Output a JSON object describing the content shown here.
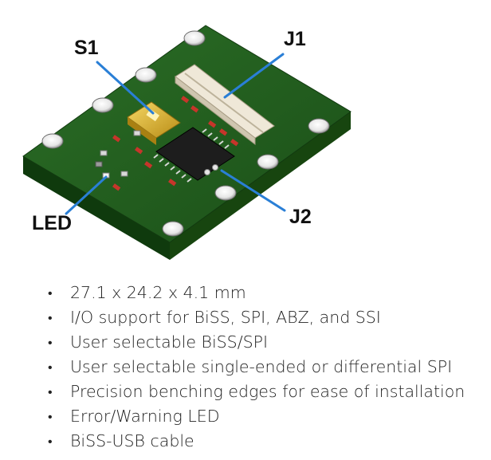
{
  "figure": {
    "callouts": {
      "s1": "S1",
      "j1": "J1",
      "led": "LED",
      "j2": "J2"
    },
    "colors": {
      "pcb": "#1f5a1c",
      "pcb_edge": "#123a10",
      "leader": "#2a7fd6",
      "connector": "#e9e2d2",
      "chip": "#222222",
      "switch": "#e2bd35"
    }
  },
  "features": {
    "bullet": "•",
    "items": [
      "27.1 x 24.2 x 4.1 mm",
      "I/O support for BiSS, SPI, ABZ, and SSI",
      "User selectable BiSS/SPI",
      "User selectable single-ended or differential SPI",
      "Precision benching edges for ease of installation",
      "Error/Warning LED",
      "BiSS-USB cable"
    ]
  }
}
